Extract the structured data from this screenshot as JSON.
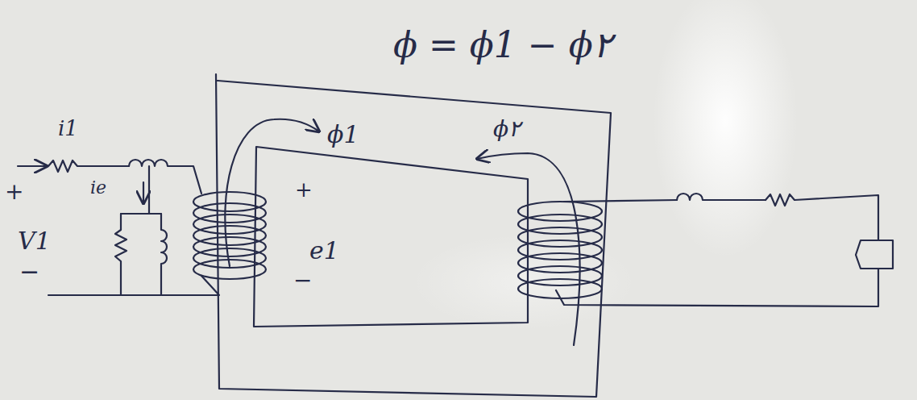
{
  "diagram": {
    "labels": [
      "ϕ = ϕ1 − ϕ۲",
      "ϕ1",
      "ϕ۲",
      "i1",
      "ie",
      "+",
      "V1",
      "−",
      "+",
      "e1",
      "−"
    ]
  }
}
